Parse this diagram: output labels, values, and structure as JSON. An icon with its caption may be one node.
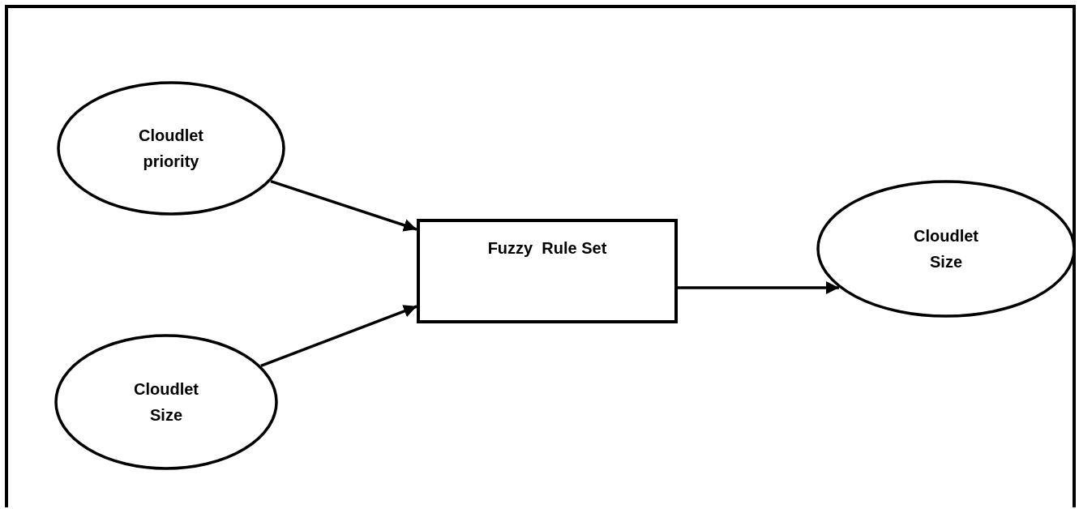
{
  "diagram": {
    "nodes": [
      {
        "text": [
          "Cloudlet priority"
        ]
      },
      {
        "text": [
          "Cloudlet Size"
        ]
      },
      {
        "text": [
          "Fuzzy  Rule Set"
        ]
      },
      {
        "text": [
          "Cloudlet Size"
        ]
      }
    ],
    "edges": [
      {
        "from": 0,
        "to": 2,
        "arrow": "to"
      },
      {
        "from": 1,
        "to": 2,
        "arrow": "to"
      },
      {
        "from": 2,
        "to": 3,
        "arrow": "to"
      }
    ]
  }
}
